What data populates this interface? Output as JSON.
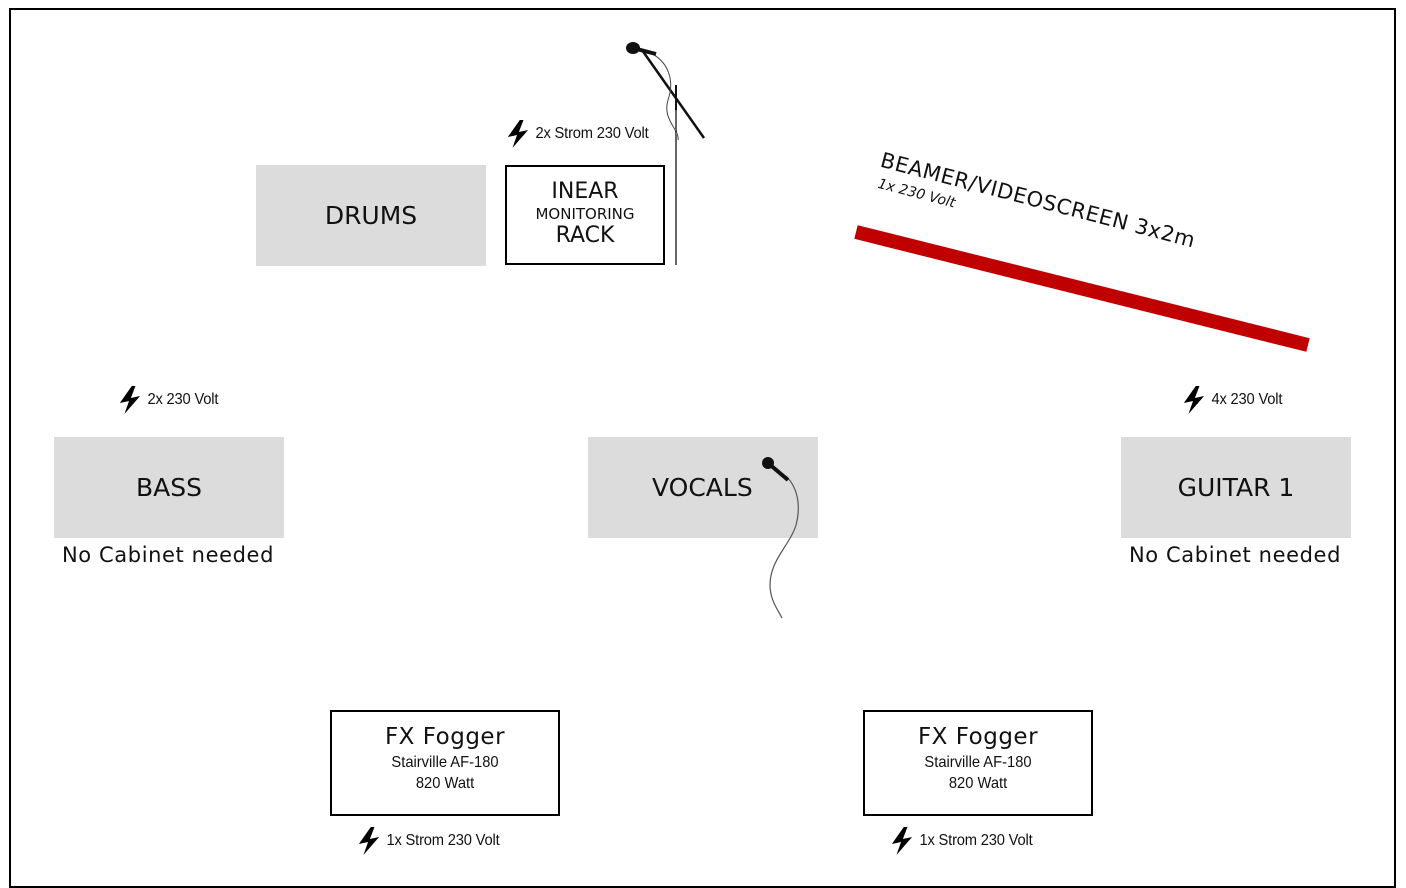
{
  "stage": {
    "drums": {
      "label": "DRUMS"
    },
    "inear": {
      "line1": "INEAR",
      "line2": "MONITORING",
      "line3": "RACK"
    },
    "bass": {
      "label": "BASS",
      "note": "No Cabinet needed"
    },
    "vocals": {
      "label": "VOCALS"
    },
    "guitar": {
      "label": "GUITAR 1",
      "note": "No Cabinet needed"
    },
    "beamer": {
      "label": "BEAMER/VIDEOSCREEN 3x2m",
      "power": "1x 230 Volt",
      "color": "#c00000"
    },
    "fogger_left": {
      "title": "FX Fogger",
      "model": "Stairville AF-180",
      "watt": "820 Watt",
      "power": "1x Strom 230 Volt"
    },
    "fogger_right": {
      "title": "FX Fogger",
      "model": "Stairville AF-180",
      "watt": "820 Watt",
      "power": "1x Strom 230 Volt"
    }
  },
  "power_labels": {
    "drums": "2x Strom 230 Volt",
    "bass": "2x 230 Volt",
    "guitar": "4x 230 Volt"
  },
  "icons": {
    "power": "lightning-bolt-icon",
    "mic_stand": "microphone-stand-icon",
    "handheld_mic": "handheld-microphone-icon"
  }
}
